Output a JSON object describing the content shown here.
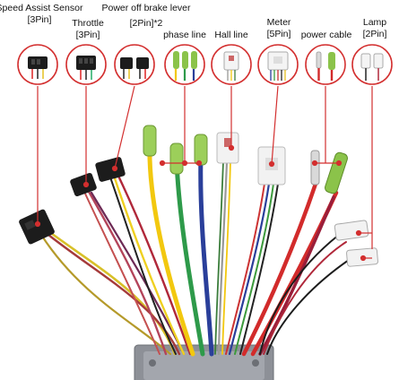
{
  "labels": {
    "speed_assist": {
      "name": "Speed Assist Sensor",
      "pins": "[3Pin]"
    },
    "throttle": {
      "name": "Throttle",
      "pins": "[3Pin]"
    },
    "brake_lever": {
      "name": "Power off brake lever",
      "pins": "[2Pin]*2"
    },
    "phase_line": {
      "name": "phase line"
    },
    "hall_line": {
      "name": "Hall line"
    },
    "meter": {
      "name": "Meter",
      "pins": "[5Pin]"
    },
    "power_cable": {
      "name": "power cable"
    },
    "lamp": {
      "name": "Lamp",
      "pins": "[2Pin]"
    }
  },
  "colors": {
    "callout_ring": "#d32f2f",
    "leader_line": "#d32f2f",
    "phase_green": "#8bc34a",
    "phase_yellow": "#f2c80f",
    "phase_blue": "#2a3f9a",
    "wire_red": "#d22b2b",
    "wire_black": "#222222",
    "connector_black": "#1c1c1c",
    "connector_white": "#f2f2f2",
    "controller_gray": "#8d9097"
  },
  "icons": [
    "connector-3pin-icon",
    "connector-2pin-icon",
    "connector-bullet-icon",
    "connector-5pin-icon"
  ]
}
